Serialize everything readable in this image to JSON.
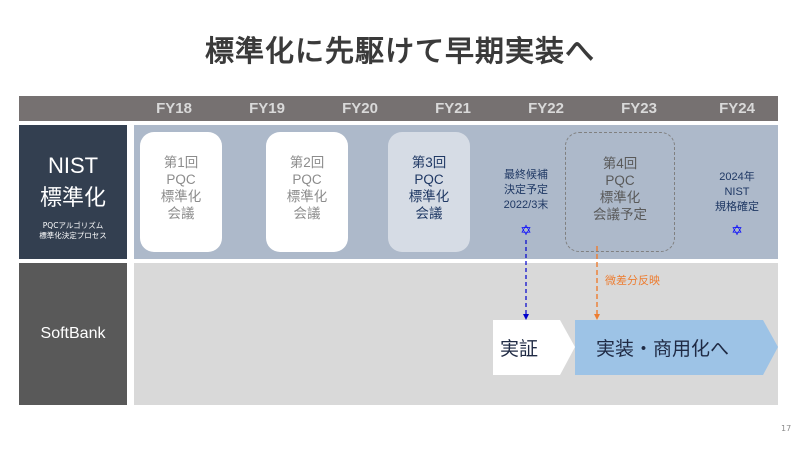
{
  "title": "標準化に先駆けて早期実装へ",
  "timeline": {
    "years": [
      "FY18",
      "FY19",
      "FY20",
      "FY21",
      "FY22",
      "FY23",
      "FY24"
    ]
  },
  "rows": {
    "nist": {
      "title_line1": "NIST",
      "title_line2": "標準化",
      "subtitle_line1": "PQCアルゴリズム",
      "subtitle_line2": "標準化決定プロセス"
    },
    "softbank": {
      "title": "SoftBank"
    }
  },
  "meetings": [
    {
      "lines": [
        "第1回",
        "PQC",
        "標準化",
        "会議"
      ],
      "status": "past"
    },
    {
      "lines": [
        "第2回",
        "PQC",
        "標準化",
        "会議"
      ],
      "status": "past"
    },
    {
      "lines": [
        "第3回",
        "PQC",
        "標準化",
        "会議"
      ],
      "status": "current"
    },
    {
      "lines": [
        "第4回",
        "PQC",
        "標準化",
        "会議予定"
      ],
      "status": "planned"
    }
  ],
  "milestones": [
    {
      "lines": [
        "最終候補",
        "決定予定",
        "2022/3末"
      ],
      "icon": "star-icon"
    },
    {
      "lines": [
        "2024年",
        "NIST",
        "規格確定"
      ],
      "icon": "star-icon"
    }
  ],
  "softbank_phases": [
    {
      "label": "実証",
      "color": "#ffffff"
    },
    {
      "label": "実装・商用化へ",
      "color": "#9dc3e6"
    }
  ],
  "annotation": "微差分反映",
  "colors": {
    "header": "#767171",
    "nist_label": "#333f50",
    "nist_row": "#adb9ca",
    "softbank_label": "#595959",
    "softbank_row": "#d9d9d9",
    "star": "#0000ff",
    "annotation": "#ed7d31"
  },
  "page_number": "17"
}
